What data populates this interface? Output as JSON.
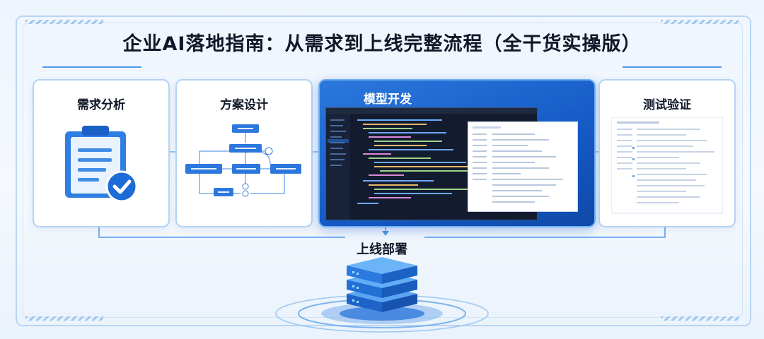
{
  "title": "企业AI落地指南：从需求到上线完整流程（全干货实操版）",
  "steps": {
    "analysis": "需求分析",
    "design": "方案设计",
    "develop": "模型开发",
    "test": "测试验证",
    "deploy": "上线部署"
  },
  "colors": {
    "accent": "#1f6fd8",
    "frame": "#b9d6f4",
    "title": "#101828",
    "dark_panel": "#131c2e"
  },
  "icons": {
    "analysis": "clipboard-check-icon",
    "design": "flowchart-icon",
    "develop": "code-editor-icon",
    "test": "test-report-icon",
    "deploy": "server-stack-icon"
  }
}
